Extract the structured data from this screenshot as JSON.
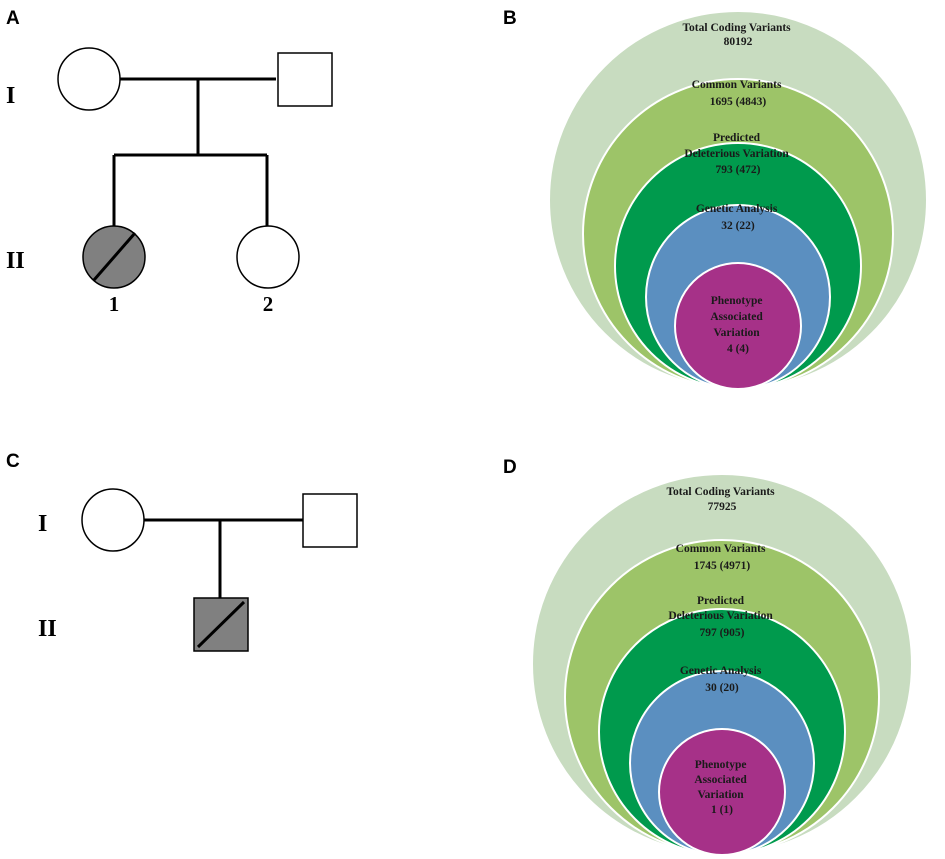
{
  "panels": {
    "a": {
      "letter": "A",
      "generations": [
        "I",
        "II"
      ],
      "individuals": [
        "1",
        "2"
      ]
    },
    "b": {
      "letter": "B",
      "rings": [
        {
          "lines": [
            "Total Coding Variants",
            "80192"
          ],
          "color": "#c8dcc0",
          "text_color": "#1a1a1a"
        },
        {
          "lines": [
            "Common Variants",
            "1695 (4843)"
          ],
          "color": "#9dc468",
          "text_color": "#1a1a1a"
        },
        {
          "lines": [
            "Predicted",
            "Deleterious Variation",
            "793 (472)"
          ],
          "color": "#009a4d",
          "text_color": "#1a1a1a"
        },
        {
          "lines": [
            "Genetic Analysis",
            "32 (22)"
          ],
          "color": "#5b8fc0",
          "text_color": "#1a1a1a"
        },
        {
          "lines": [
            "Phenotype",
            "Associated",
            "Variation",
            "4 (4)"
          ],
          "color": "#a63188",
          "text_color": "#1a1a1a"
        }
      ]
    },
    "c": {
      "letter": "C",
      "generations": [
        "I",
        "II"
      ]
    },
    "d": {
      "letter": "D",
      "rings": [
        {
          "lines": [
            "Total Coding Variants",
            "77925"
          ],
          "color": "#c8dcc0",
          "text_color": "#1a1a1a"
        },
        {
          "lines": [
            "Common Variants",
            "1745 (4971)"
          ],
          "color": "#9dc468",
          "text_color": "#1a1a1a"
        },
        {
          "lines": [
            "Predicted",
            "Deleterious Variation",
            "797 (905)"
          ],
          "color": "#009a4d",
          "text_color": "#1a1a1a"
        },
        {
          "lines": [
            "Genetic Analysis",
            "30 (20)"
          ],
          "color": "#5b8fc0",
          "text_color": "#1a1a1a"
        },
        {
          "lines": [
            "Phenotype",
            "Associated",
            "Variation",
            "1 (1)"
          ],
          "color": "#a63188",
          "text_color": "#1a1a1a"
        }
      ]
    }
  },
  "colors": {
    "affected_fill": "#808080",
    "unaffected_fill": "#ffffff"
  }
}
